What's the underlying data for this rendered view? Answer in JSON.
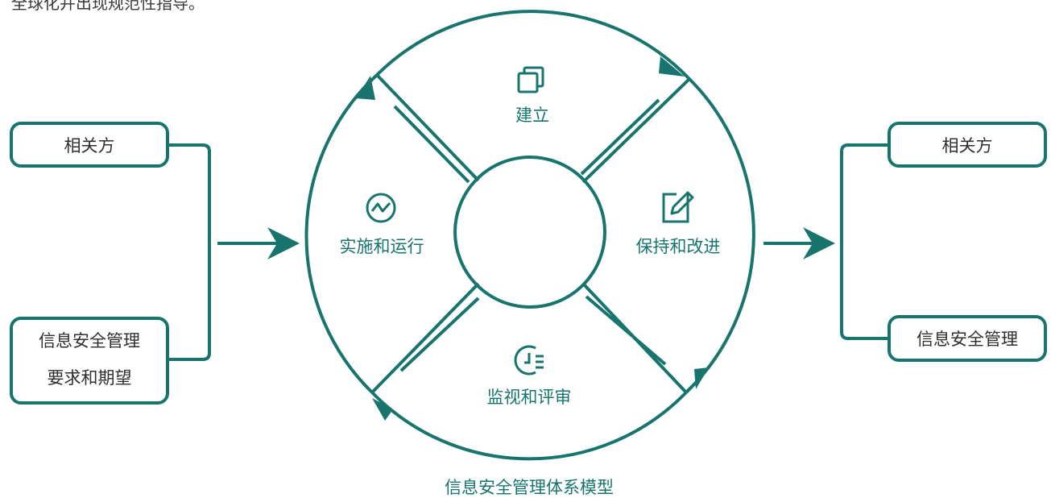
{
  "intro_fragment": "全球化并出现规范性指导。",
  "colors": {
    "teal": "#17756d",
    "text": "#2f2f2f"
  },
  "left": {
    "box1": "相关方",
    "box2_line1": "信息安全管理",
    "box2_line2": "要求和期望"
  },
  "right": {
    "box1": "相关方",
    "box2": "信息安全管理"
  },
  "cycle": {
    "top": {
      "label": "建立",
      "icon": "copy-icon"
    },
    "right": {
      "label": "保持和改进",
      "icon": "edit-icon"
    },
    "bottom": {
      "label": "监视和评审",
      "icon": "clock-list-icon"
    },
    "left": {
      "label": "实施和运行",
      "icon": "trend-chart-icon"
    }
  },
  "caption": "信息安全管理体系模型"
}
